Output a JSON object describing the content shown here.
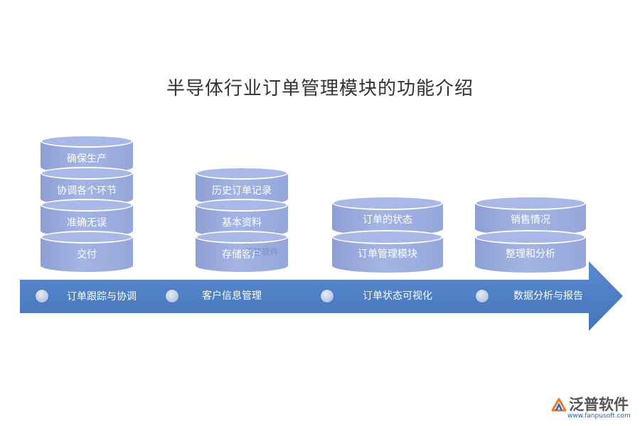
{
  "title": "半导体行业订单管理模块的功能介绍",
  "stacks": [
    {
      "labels": [
        "确保生产",
        "协调各个环节",
        "准确无误",
        "交付"
      ]
    },
    {
      "labels": [
        "历史订单记录",
        "基本资料",
        "存储客户"
      ]
    },
    {
      "labels": [
        "订单的状态",
        "订单管理模块"
      ]
    },
    {
      "labels": [
        "销售情况",
        "整理和分析"
      ]
    }
  ],
  "arrow_nodes": [
    "订单跟踪与协调",
    "客户信息管理",
    "订单状态可视化",
    "数据分析与报告"
  ],
  "watermark": "泛普软件",
  "brand": {
    "name": "泛普软件",
    "url": "www.fanpusoft.com"
  },
  "colors": {
    "arrow": "#4e81c4",
    "cylinder": "#9dafe0",
    "node_dot": "#c4cde8"
  }
}
